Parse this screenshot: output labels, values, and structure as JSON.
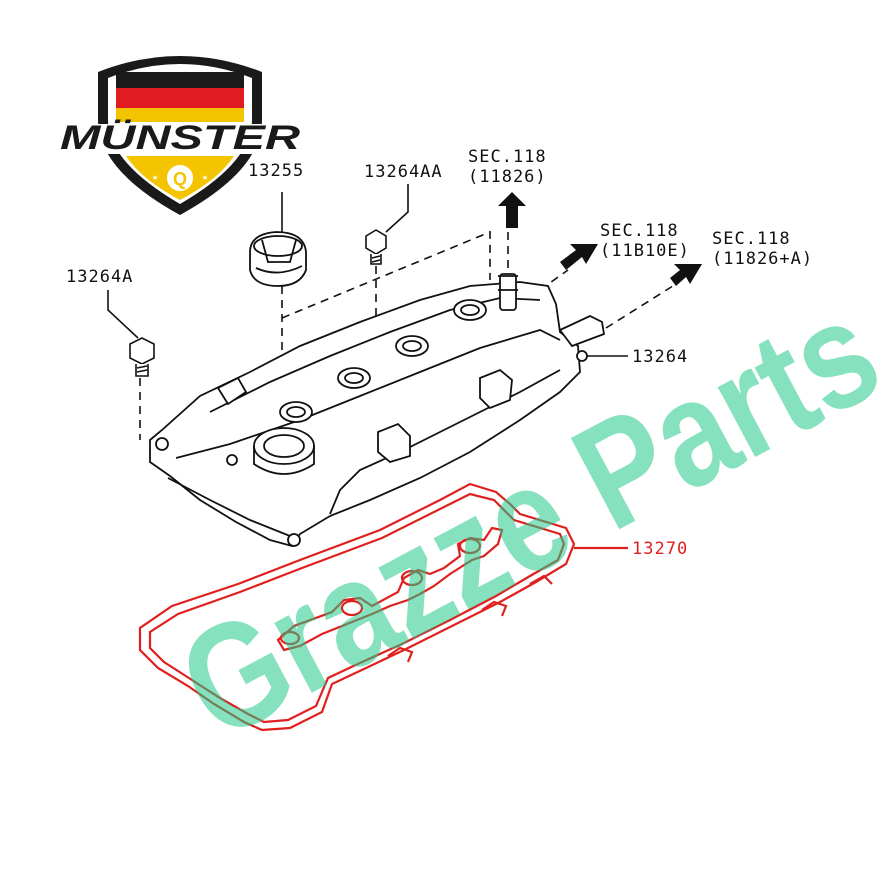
{
  "logo": {
    "brand_name": "MÜNSTER",
    "badge_letter": "Q",
    "colors": {
      "black": "#1a1a1a",
      "red": "#e11b22",
      "gold": "#f4c400"
    }
  },
  "watermark": {
    "text": "Grazze Parts",
    "color": "#22c98a"
  },
  "labels": {
    "bolt_a": "13264A",
    "oil_cap": "13255",
    "bolt_aa": "13264AA",
    "sec_top_line1": "SEC.118",
    "sec_top_line2": "(11826)",
    "sec_mid_line1": "SEC.118",
    "sec_mid_line2": "(11B10E)",
    "sec_right_line1": "SEC.118",
    "sec_right_line2": "(11826+A)",
    "cover": "13264",
    "gasket": "13270"
  },
  "colors": {
    "line": "#111111",
    "highlight": "#e0201e"
  }
}
